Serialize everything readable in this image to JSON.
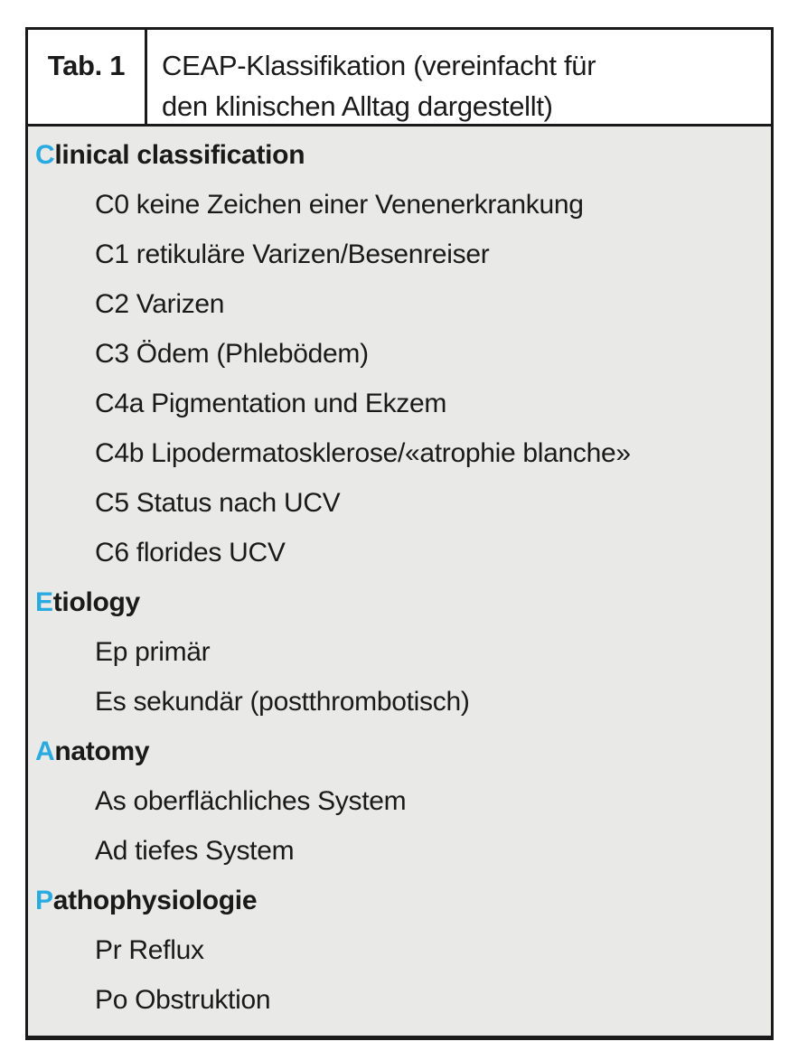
{
  "colors": {
    "accent": "#29abe2",
    "body_background": "#e9e9e7",
    "border": "#1a1a1a"
  },
  "header": {
    "tab_label": "Tab. 1",
    "title_line1": "CEAP-Klassifikation (vereinfacht für",
    "title_line2": "den klinischen Alltag dargestellt)"
  },
  "sections": [
    {
      "letter": "C",
      "rest": "linical classification",
      "items": [
        "C0 keine Zeichen einer Venenerkrankung",
        "C1 retikuläre Varizen/Besenreiser",
        "C2 Varizen",
        "C3 Ödem (Phlebödem)",
        "C4a Pigmentation und Ekzem",
        "C4b Lipodermatosklerose/«atrophie blanche»",
        "C5 Status nach UCV",
        "C6 florides UCV"
      ]
    },
    {
      "letter": "E",
      "rest": "tiology",
      "items": [
        "Ep primär",
        "Es sekundär (postthrombotisch)"
      ]
    },
    {
      "letter": "A",
      "rest": "natomy",
      "items": [
        "As oberflächliches System",
        "Ad tiefes System"
      ]
    },
    {
      "letter": "P",
      "rest": "athophysiologie",
      "items": [
        "Pr Reflux",
        "Po Obstruktion"
      ]
    }
  ]
}
